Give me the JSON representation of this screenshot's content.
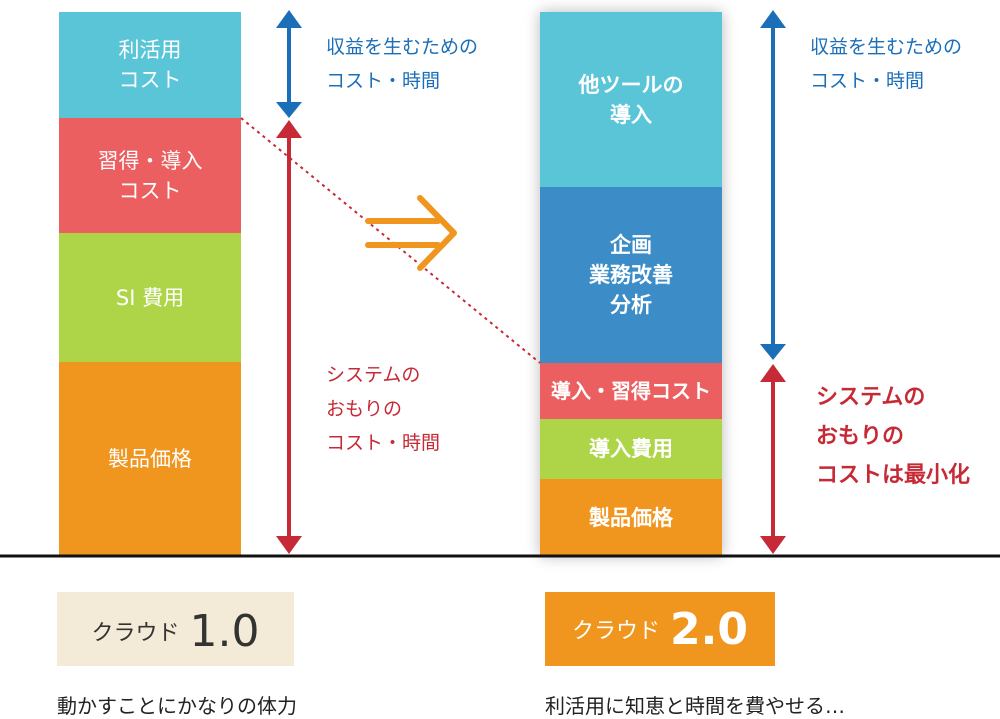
{
  "left_stack": {
    "segments": [
      {
        "label": "利活用\nコスト",
        "color": "#5BC5D8"
      },
      {
        "label": "習得・導入\nコスト",
        "color": "#EC5F60"
      },
      {
        "label": "SI 費用",
        "color": "#AED448"
      },
      {
        "label": "製品価格",
        "color": "#F0951E"
      }
    ],
    "upper_note": "収益を生むための\nコスト・時間",
    "lower_note": "システムの\nおもりの\nコスト・時間"
  },
  "right_stack": {
    "segments": [
      {
        "label": "他ツールの\n導入",
        "color": "#5BC5D8"
      },
      {
        "label": "企画\n業務改善\n分析",
        "color": "#3C8DC7"
      },
      {
        "label": "導入・習得コスト",
        "color": "#EC5F60"
      },
      {
        "label": "導入費用",
        "color": "#AED448"
      },
      {
        "label": "製品価格",
        "color": "#F0951E"
      }
    ],
    "upper_note": "収益を生むための\nコスト・時間",
    "lower_note": "システムの\nおもりの\nコストは最小化"
  },
  "badges": {
    "cloud1": {
      "kana": "クラウド",
      "version": "1.0",
      "bg": "#F3EBD7",
      "fg": "#333333"
    },
    "cloud2": {
      "kana": "クラウド",
      "version": "2.0",
      "bg": "#F0951E",
      "fg": "#ffffff"
    }
  },
  "captions": {
    "left": "動かすことにかなりの体力",
    "right": "利活用に知恵と時間を費やせる…"
  },
  "colors": {
    "blue_arrow": "#1B6FB8",
    "red_arrow": "#C62A36",
    "transition_arrow": "#F0951E",
    "baseline": "#111111"
  }
}
